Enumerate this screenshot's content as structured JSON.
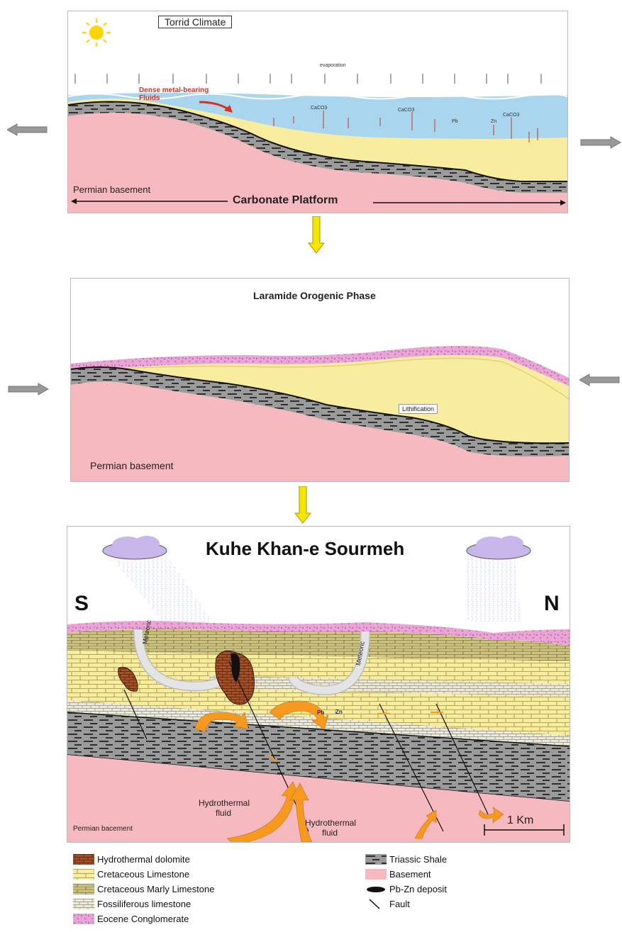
{
  "panel1": {
    "climate": "Torrid Climate",
    "evaporation": "evaporation",
    "fluid": "Dense metal-bearing Fluids",
    "caco3": "CaCO3",
    "pb": "Pb",
    "zn": "Zn",
    "basement": "Permian basement",
    "platform": "Carbonate Platform"
  },
  "panel2": {
    "title": "Laramide Orogenic Phase",
    "lithification": "Lithification",
    "basement": "Permian basement"
  },
  "panel3": {
    "title": "Kuhe Khan-e Sourmeh",
    "south": "S",
    "north": "N",
    "meteoric": "Meteoric",
    "hydro_fluid_1": "Hydrothermal fluid",
    "hydro_fluid_2": "Hydrothermal fluid",
    "basement": "Permian bacement",
    "scale": "1 Km",
    "pb_zn": "Pb",
    "zn": "Zn"
  },
  "legend": {
    "hydrothermal_dolomite": "Hydrothermal dolomite",
    "cretaceous_limestone": "Cretaceous Limestone",
    "cretaceous_marly": "Cretaceous Marly Limestone",
    "fossiliferous": "Fossiliferous limestone",
    "eocene": "Eocene Conglomerate",
    "triassic_shale": "Triassic Shale",
    "basement": "Basement",
    "pbzn_deposit": "Pb-Zn deposit",
    "fault": "Fault"
  },
  "colors": {
    "basement": "#f6b9bf",
    "limestone": "#f8ec9f",
    "shale": "#9b9b9b",
    "water": "#a9d5ee",
    "conglomerate": "#e9a5d6",
    "dolomite": "#a0522d",
    "arrow_yellow": "#f4e600",
    "fluid_orange": "#f59a1e"
  }
}
